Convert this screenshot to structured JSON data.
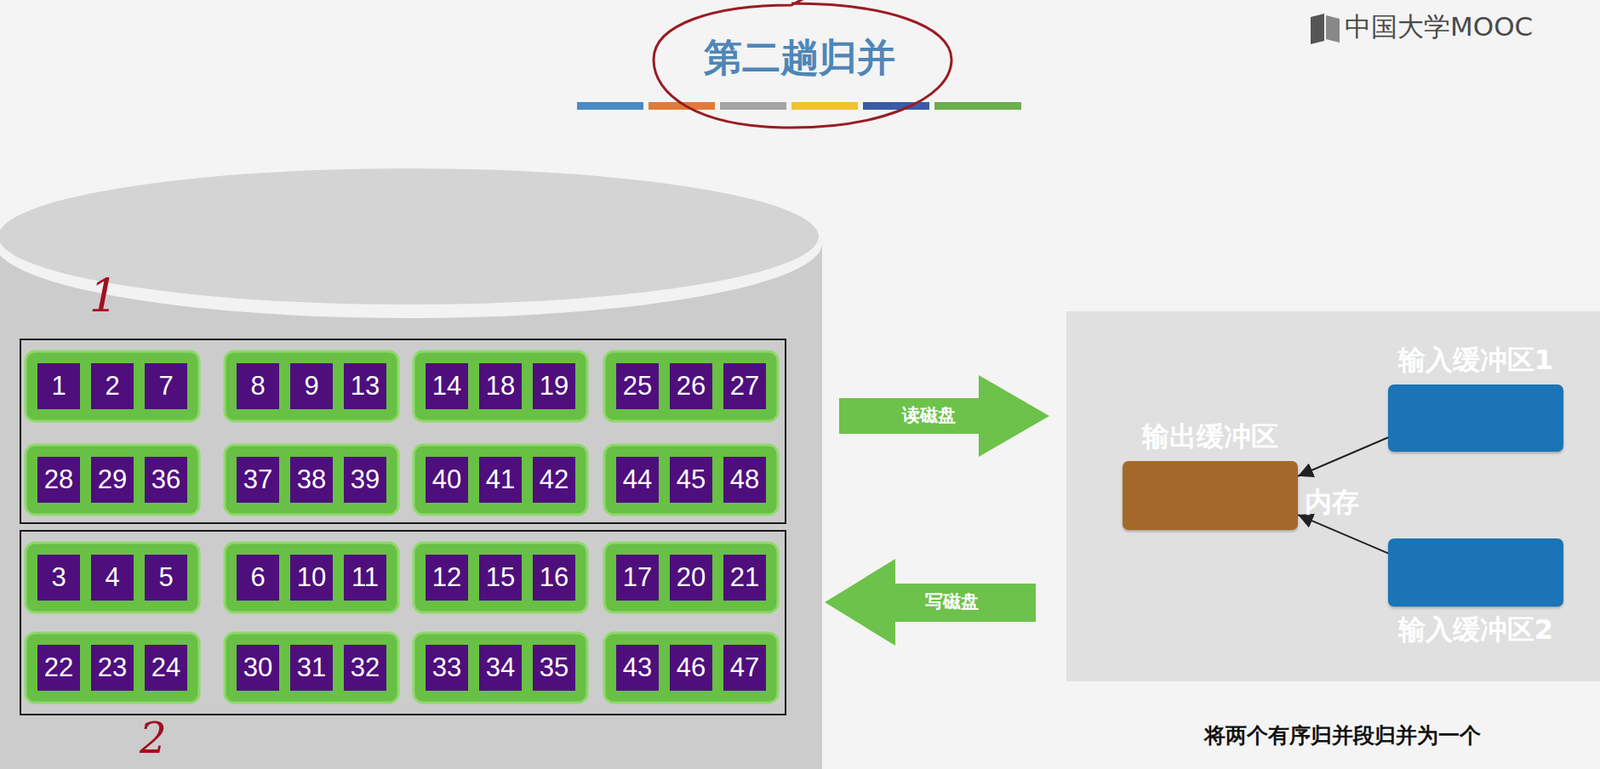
{
  "diagram": {
    "title": "第二趟归并",
    "caption": "将两个有序归并段归并为一个",
    "nodes": [
      {
        "text": [
          "1"
        ]
      },
      {
        "text": [
          "2"
        ]
      },
      {
        "text": [
          "7"
        ]
      },
      {
        "text": [
          "8"
        ]
      },
      {
        "text": [
          "9"
        ]
      },
      {
        "text": [
          "13"
        ]
      },
      {
        "text": [
          "14"
        ]
      },
      {
        "text": [
          "18"
        ]
      },
      {
        "text": [
          "19"
        ]
      },
      {
        "text": [
          "25"
        ]
      },
      {
        "text": [
          "26"
        ]
      },
      {
        "text": [
          "27"
        ]
      },
      {
        "text": [
          "28"
        ]
      },
      {
        "text": [
          "29"
        ]
      },
      {
        "text": [
          "36"
        ]
      },
      {
        "text": [
          "37"
        ]
      },
      {
        "text": [
          "38"
        ]
      },
      {
        "text": [
          "39"
        ]
      },
      {
        "text": [
          "40"
        ]
      },
      {
        "text": [
          "41"
        ]
      },
      {
        "text": [
          "42"
        ]
      },
      {
        "text": [
          "44"
        ]
      },
      {
        "text": [
          "45"
        ]
      },
      {
        "text": [
          "48"
        ]
      },
      {
        "text": [
          "3"
        ]
      },
      {
        "text": [
          "4"
        ]
      },
      {
        "text": [
          "5"
        ]
      },
      {
        "text": [
          "6"
        ]
      },
      {
        "text": [
          "10"
        ]
      },
      {
        "text": [
          "11"
        ]
      },
      {
        "text": [
          "12"
        ]
      },
      {
        "text": [
          "15"
        ]
      },
      {
        "text": [
          "16"
        ]
      },
      {
        "text": [
          "17"
        ]
      },
      {
        "text": [
          "20"
        ]
      },
      {
        "text": [
          "21"
        ]
      },
      {
        "text": [
          "22"
        ]
      },
      {
        "text": [
          "23"
        ]
      },
      {
        "text": [
          "24"
        ]
      },
      {
        "text": [
          "30"
        ]
      },
      {
        "text": [
          "31"
        ]
      },
      {
        "text": [
          "32"
        ]
      },
      {
        "text": [
          "33"
        ]
      },
      {
        "text": [
          "34"
        ]
      },
      {
        "text": [
          "35"
        ]
      },
      {
        "text": [
          "43"
        ]
      },
      {
        "text": [
          "46"
        ]
      },
      {
        "text": [
          "47"
        ]
      },
      {
        "text": [
          "内存"
        ]
      },
      {
        "text": [
          "输出缓冲区"
        ],
        "in": 48
      },
      {
        "text": [
          "输入缓冲区1"
        ],
        "in": 48
      },
      {
        "text": [
          "输入缓冲区2"
        ],
        "in": 48
      }
    ],
    "edges": [
      {
        "from": 50,
        "to": 49,
        "arrow": "to"
      },
      {
        "from": 51,
        "to": 49,
        "arrow": "to"
      }
    ],
    "labels": [
      "中国大学MOOC",
      "1",
      "读磁盘",
      "写磁盘",
      "2"
    ]
  }
}
